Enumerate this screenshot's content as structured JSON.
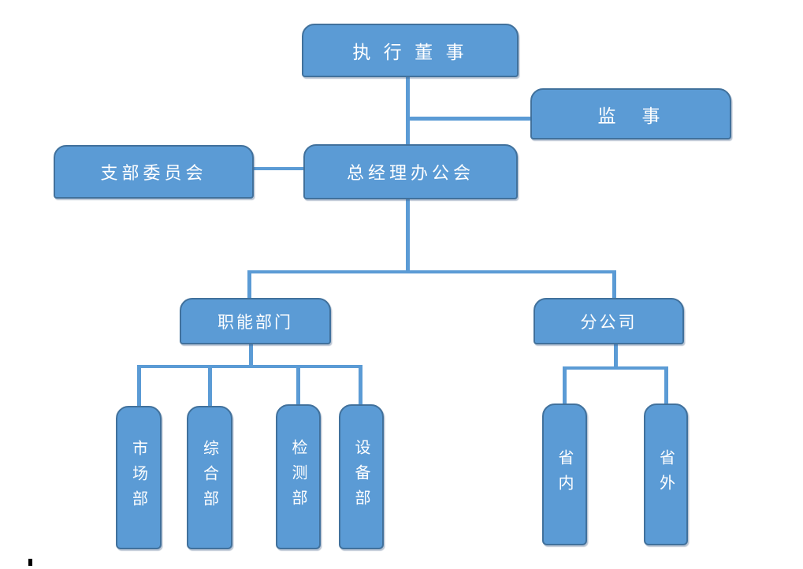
{
  "org_chart": {
    "type": "org-chart",
    "nodes": {
      "executive_director": {
        "label": "执 行 董 事"
      },
      "supervisor": {
        "label": "监　事"
      },
      "branch_committee": {
        "label": "支部委员会"
      },
      "gm_office": {
        "label": "总经理办公会"
      },
      "functional_depts": {
        "label": "职能部门"
      },
      "branch_company": {
        "label": "分公司"
      },
      "marketing_dept": {
        "label": "市场部"
      },
      "general_dept": {
        "label": "综合部"
      },
      "testing_dept": {
        "label": "检测部"
      },
      "equipment_dept": {
        "label": "设备部"
      },
      "in_province": {
        "label": "省内"
      },
      "out_province": {
        "label": "省外"
      }
    },
    "edges": [
      {
        "from": "executive_director",
        "to": "gm_office"
      },
      {
        "from": "executive_director",
        "to": "supervisor"
      },
      {
        "from": "branch_committee",
        "to": "gm_office"
      },
      {
        "from": "gm_office",
        "to": "functional_depts"
      },
      {
        "from": "gm_office",
        "to": "branch_company"
      },
      {
        "from": "functional_depts",
        "to": "marketing_dept"
      },
      {
        "from": "functional_depts",
        "to": "general_dept"
      },
      {
        "from": "functional_depts",
        "to": "testing_dept"
      },
      {
        "from": "functional_depts",
        "to": "equipment_dept"
      },
      {
        "from": "branch_company",
        "to": "in_province"
      },
      {
        "from": "branch_company",
        "to": "out_province"
      }
    ],
    "colors": {
      "node_fill": "#5B9BD5",
      "node_border": "#41719C",
      "connector": "#5B9BD5",
      "text": "#FFFFFF",
      "background": "#FFFFFF"
    }
  }
}
